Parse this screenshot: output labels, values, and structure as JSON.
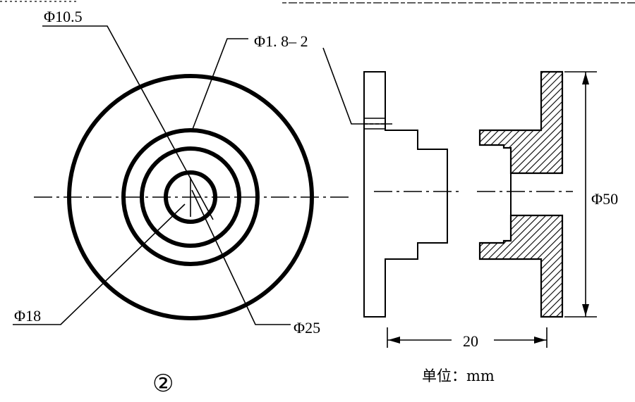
{
  "labels": {
    "phi_10_5": "Φ10.5",
    "phi_1_8_2": "Φ1. 8– 2",
    "phi_18": "Φ18",
    "phi_25": "Φ25",
    "phi_50": "Φ50",
    "length_20": "20",
    "figure_number": "②",
    "unit": "单位：mm"
  }
}
